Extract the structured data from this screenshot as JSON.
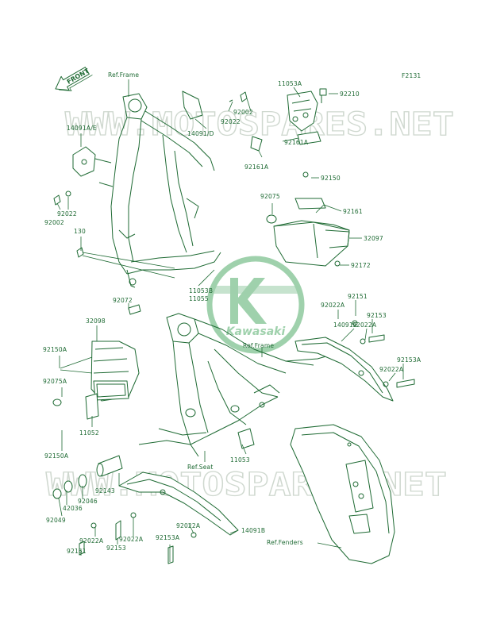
{
  "diagram_code": "F2131",
  "front_badge": "FRONT",
  "logo_text": "Kawasaki",
  "watermark": "WWW.MOTOSPARES.NET",
  "labels": [
    "Ref.Frame",
    "11053A",
    "92210",
    "14091A/E",
    "14091/D",
    "92002",
    "92022",
    "92161A",
    "92161A",
    "92150",
    "92022",
    "92002",
    "92075",
    "92161",
    "130",
    "32097",
    "92172",
    "11053B",
    "11055",
    "92072",
    "92151",
    "92022A",
    "32098",
    "14091C",
    "92153",
    "92022A",
    "Ref.Frame",
    "92150A",
    "92153A",
    "92022A",
    "92075A",
    "11052",
    "11053",
    "92150A",
    "Ref.Seat",
    "92143",
    "42036",
    "92046",
    "92049",
    "92022A",
    "92022A",
    "92153",
    "92153A",
    "14091B",
    "92151",
    "Ref.Fenders"
  ],
  "colors": {
    "ink": "#1e6a33",
    "watermark": "#cfd8cf",
    "background": "#ffffff"
  }
}
